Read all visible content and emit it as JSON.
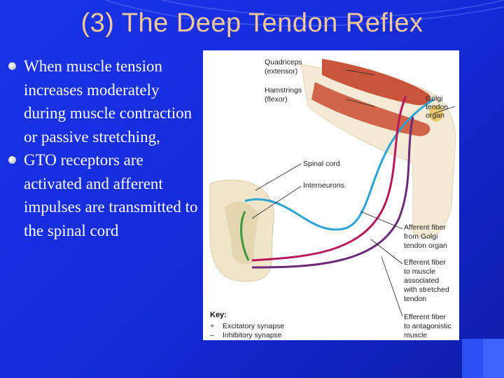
{
  "slide": {
    "title": "(3) The Deep Tendon Reflex",
    "bullets": [
      "When muscle tension increases moderately during muscle contraction or passive stretching,",
      "GTO receptors are activated and afferent impulses are transmitted to the spinal cord"
    ]
  },
  "figure": {
    "labels": {
      "quadriceps_1": "Quadriceps",
      "quadriceps_2": "(extensor)",
      "hamstrings_1": "Hamstrings",
      "hamstrings_2": "(flexor)",
      "golgi_1": "Golgi",
      "golgi_2": "tendon",
      "golgi_3": "organ",
      "spinal_cord": "Spinal cord",
      "interneurons": "Interneurons",
      "afferent_1": "Afferent fiber",
      "afferent_2": "from Golgi",
      "afferent_3": "tendon organ",
      "efferent_assoc_1": "Efferent fiber",
      "efferent_assoc_2": "to muscle",
      "efferent_assoc_3": "associated",
      "efferent_assoc_4": "with stretched",
      "efferent_assoc_5": "tendon",
      "efferent_antag_1": "Efferent fiber",
      "efferent_antag_2": "to antagonistic",
      "efferent_antag_3": "muscle"
    },
    "key": {
      "title": "Key:",
      "excitatory_symbol": "+",
      "excitatory_label": "Excitatory synapse",
      "inhibitory_symbol": "–",
      "inhibitory_label": "Inhibitory synapse"
    },
    "colors": {
      "afferent": "#2aa3d4",
      "efferent_assoc": "#b8185a",
      "efferent_antag": "#6b2a7a",
      "interneuron": "#3a9a3a",
      "muscle": "#c8553a",
      "tendon": "#efe3c8"
    }
  }
}
